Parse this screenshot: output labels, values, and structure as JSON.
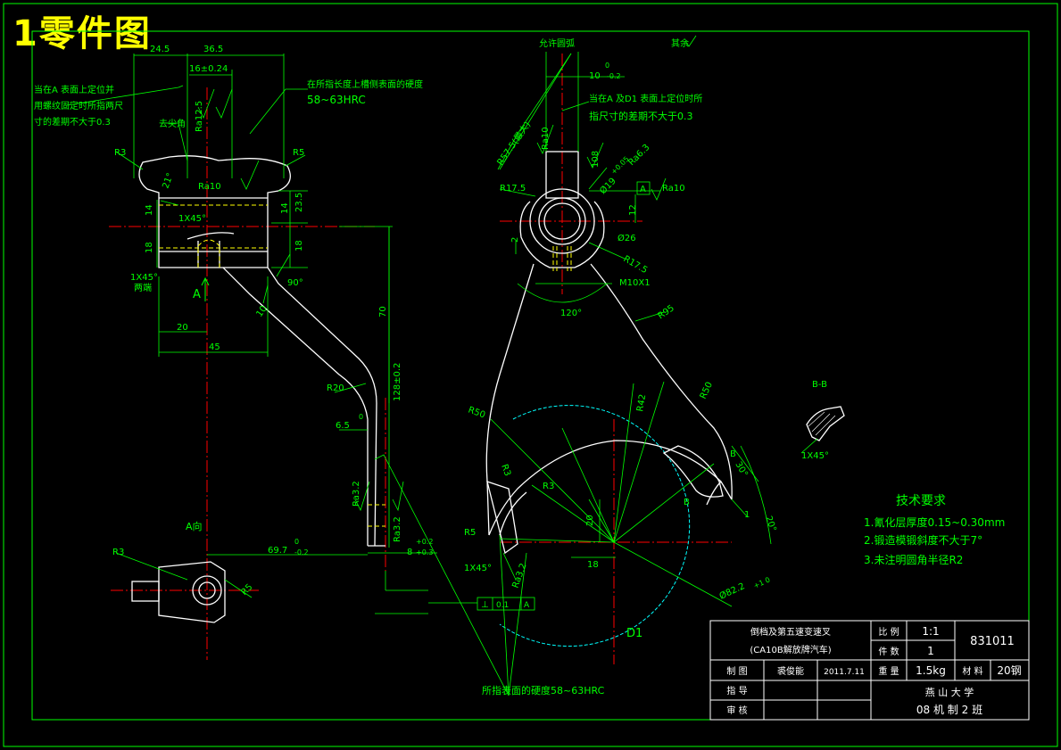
{
  "sheet": {
    "heading": "1零件图"
  },
  "colors": {
    "background": "#000000",
    "outline": "#ffffff",
    "dimension": "#00ff00",
    "center": "#ff0000",
    "circle": "#00ffff",
    "note": "#ffff00",
    "hidden": "#ffff00"
  },
  "left_view": {
    "dims": {
      "d24_5": "24.5",
      "d36_5": "36.5",
      "d16": "16±0.24",
      "d14": "14",
      "d23_5": "23.5",
      "d14b": "14",
      "d18": "18",
      "d18b": "18",
      "d20": "20",
      "d45": "45",
      "d70": "70",
      "d128": "128±0.2",
      "d6_5": "6.5",
      "d6_5_tol": "0",
      "d69_7": "69.7",
      "d69_7_upper": "0",
      "d69_7_lower": "-0.2",
      "d8": "8",
      "d8_upper": "+0.2",
      "d8_lower": "+0.3",
      "r3": "R3",
      "r5": "R5",
      "r20": "R20",
      "chamfer1": "1X45°",
      "chamfer2": "1X45°",
      "deg90": "90°",
      "deg21": "21°",
      "deg10": "10",
      "ra10": "Ra10",
      "ra12_5": "Ra12.5",
      "ra3_2": "Ra3.2",
      "ra3_2b": "Ra3.2"
    },
    "notes": {
      "note_a1": "当在A 表面上定位并",
      "note_a2": "用螺纹固定时所指两尺",
      "note_a3": "寸的差期不大于0.3",
      "note_hard1": "在所指长度上槽侧表面的硬度",
      "note_hard2": "58~63HRC",
      "deburr": "去尖角",
      "both_ends": "两端",
      "view_a_label": "A向",
      "datum_a": "A"
    }
  },
  "view_a": {
    "r3": "R3",
    "r5": "R5"
  },
  "right_view": {
    "dims": {
      "allow_cut": "允许圆弧",
      "d10": "10",
      "d10_upper": "0",
      "d10_lower": "-0.2",
      "r57_5": "R57.5(最大)",
      "r17_5": "R17.5",
      "r17_5b": "R17.5",
      "dia19": "Ø19",
      "dia19_tol": "+0.05",
      "d12": "12",
      "d2": "2",
      "dia26": "Ø26",
      "m10": "M10X1",
      "deg120": "120°",
      "r95": "R95",
      "r42": "R42",
      "r50": "R50",
      "r50b": "R50",
      "r3": "R3",
      "r3b": "R3",
      "r5": "R5",
      "d20": "20",
      "d18": "18",
      "d30": "30°",
      "d20deg": "20°",
      "d1_label": "D1",
      "dia82": "Ø82.2",
      "dia82_tol": "+1\n0",
      "chamfer": "1X45°",
      "ra6_3": "Ra6.3",
      "ra10": "Ra10",
      "ra10b": "Ra10",
      "ra3_2": "Ra3.2",
      "d108": "108",
      "datum_a": "A",
      "b_label": "B",
      "b_label2": "B",
      "one": "1"
    },
    "notes": {
      "note_d1a": "当在A 及D1 表面上定位时所",
      "note_d1b": "指尺寸的差期不大于0.3",
      "hard_all": "所指表面的硬度58~63HRC",
      "rest": "其余",
      "tol_symbol": "⊥",
      "tol_value": "0.1",
      "tol_datum": "A"
    }
  },
  "section_bb": {
    "label": "B-B",
    "chamfer": "1X45°"
  },
  "requirements": {
    "title": "技术要求",
    "items": [
      "1.氰化层厚度0.15~0.30mm",
      "2.锻造模锻斜度不大于7°",
      "3.未注明圆角半径R2"
    ]
  },
  "title_block": {
    "part_name": "倒档及第五速变速叉",
    "part_sub": "(CA10B解放牌汽车)",
    "scale_label": "比 例",
    "scale_value": "1:1",
    "qty_label": "件 数",
    "qty_value": "1",
    "drawing_no": "831011",
    "drawn_label": "制 图",
    "drawn_name": "裘俊能",
    "date": "2011.7.11",
    "weight_label": "重 量",
    "weight_value": "1.5kg",
    "material_label": "材 料",
    "material_value": "20钢",
    "check_label": "指 导",
    "review_label": "审 核",
    "school": "燕 山 大 学",
    "class": "08 机 制 2 班"
  }
}
